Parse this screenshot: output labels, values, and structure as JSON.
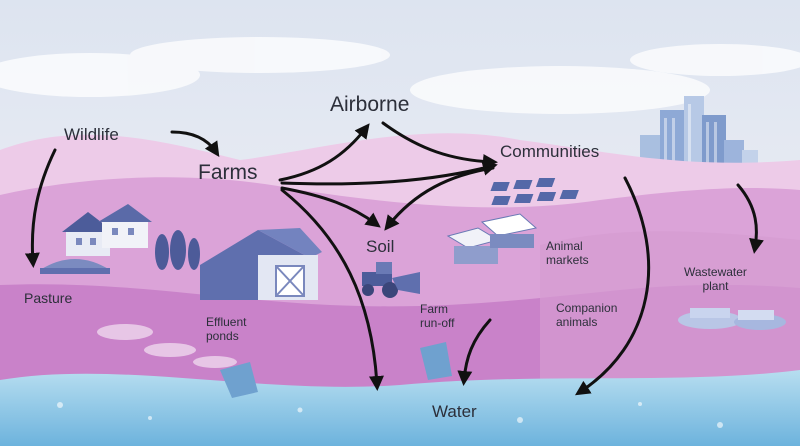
{
  "labels": {
    "wildlife": "Wildlife",
    "farms": "Farms",
    "airborne": "Airborne",
    "communities": "Communities",
    "soil": "Soil",
    "pasture": "Pasture",
    "effluent_ponds": "Effluent\nponds",
    "farm_runoff": "Farm\nrun-off",
    "animal_markets": "Animal\nmarkets",
    "companion_animals": "Companion\nanimals",
    "wastewater_plant": "Wastewater\nplant",
    "water": "Water"
  },
  "colors": {
    "sky_top": "#dfe6f1",
    "sky_bottom": "#eef1f7",
    "hill_back": "#ecc9e8",
    "hill_mid": "#d79ad6",
    "hill_front": "#c77ac7",
    "water_light": "#a6d6ee",
    "water_deep": "#5da9d6",
    "barn_blue": "#5f6fae",
    "arrow": "#111111"
  }
}
